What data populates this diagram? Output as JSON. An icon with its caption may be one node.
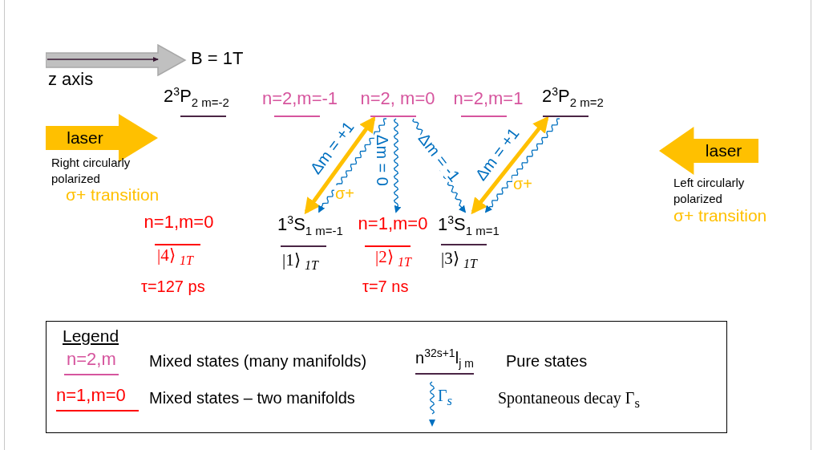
{
  "diagram": {
    "nodes": [
      {
        "text": [
          "2$^{3}$P$_{2 m=-2}$"
        ]
      },
      {
        "text": [
          "n=2,m=-1"
        ]
      },
      {
        "text": [
          "n=2, m=0"
        ]
      },
      {
        "text": [
          "n=2,m=1"
        ]
      },
      {
        "text": [
          "2$^{3}$P$_{2 m=2}$"
        ]
      },
      {
        "text": [
          "laser"
        ],
        "beside": [
          "Right circularly polarized",
          "σ+ transition"
        ]
      },
      {
        "text": [
          "laser"
        ],
        "beside": [
          "Left circularly polarized",
          "σ+ transition"
        ]
      },
      {
        "text": [
          "n=1,m=0"
        ],
        "beside": [
          "|4⟩ $_{1T}$",
          "τ=127 ps"
        ]
      },
      {
        "text": [
          "1$^{3}$S$_{1 m=-1}$"
        ],
        "beside": [
          "|1⟩ $_{1T}$"
        ]
      },
      {
        "text": [
          "n=1,m=0"
        ],
        "beside": [
          "|2⟩ $_{1T}$",
          "τ=7 ns"
        ]
      },
      {
        "text": [
          "1$^{3}$S$_{1 m=1}$"
        ],
        "beside": [
          "|3⟩ $_{1T}$"
        ]
      },
      {
        "text": [
          "Legend"
        ]
      }
    ],
    "edges": [
      {
        "from": 8,
        "to": 2,
        "arrow": "both",
        "style": "thick",
        "color": "#ffc000",
        "label": "σ+"
      },
      {
        "from": 2,
        "to": 8,
        "arrow": "to",
        "label": "Δm = +1"
      },
      {
        "from": 2,
        "to": 9,
        "arrow": "to",
        "label": "Δm = 0"
      },
      {
        "from": 2,
        "to": 10,
        "arrow": "to",
        "label": "Δm = -1"
      },
      {
        "from": 10,
        "to": 4,
        "arrow": "both",
        "style": "thick",
        "color": "#ffc000",
        "label": "σ+"
      },
      {
        "from": 4,
        "to": 10,
        "arrow": "to",
        "label": "Δm = +1"
      }
    ],
    "labels": [
      "B = 1T",
      "z axis",
      "n=2,m",
      "n$^{32s+1}$l$_{j m}$",
      "n=1,m=0",
      "Γ$_{s}$"
    ],
    "legend": [
      {
        "text": "Mixed states (many manifolds)"
      },
      {
        "text": "Pure states"
      },
      {
        "text": "Mixed states – two manifolds"
      },
      {
        "text": "Spontaneous decay Γ$_{s}$"
      }
    ]
  }
}
